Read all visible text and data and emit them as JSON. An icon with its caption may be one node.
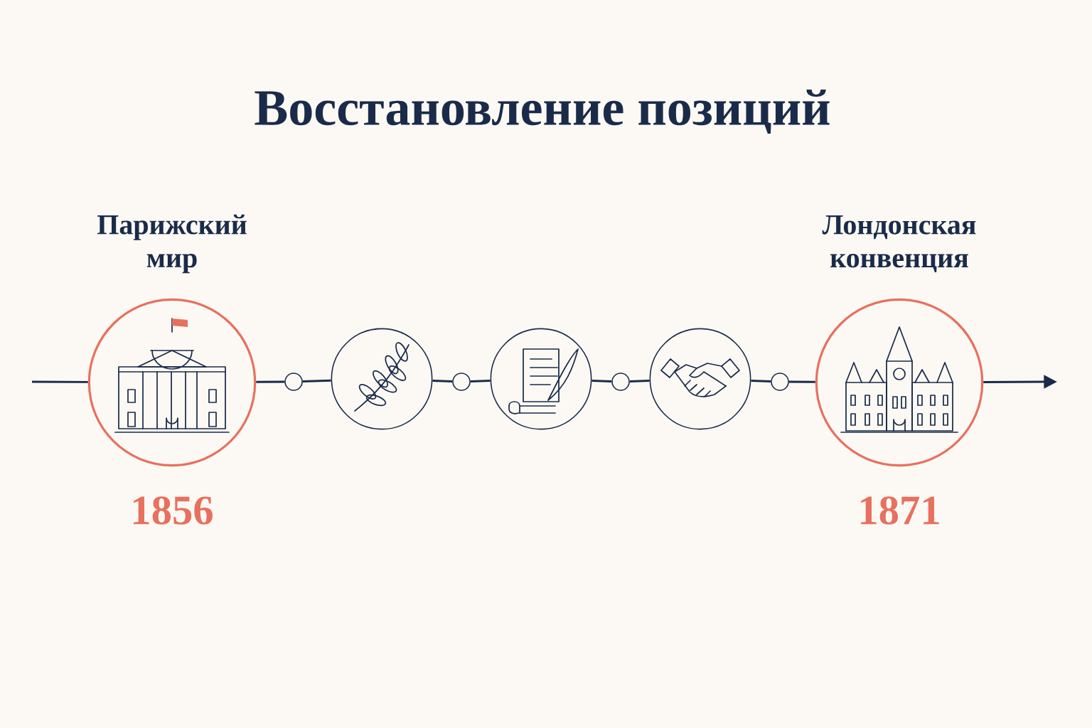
{
  "diagram": {
    "title": "Восстановление позиций",
    "nodes": [
      {
        "text": [
          "Парижский мир"
        ],
        "beside": [
          "1856"
        ]
      },
      {
        "text": [],
        "shape": "circle"
      },
      {
        "text": [],
        "shape": "circle"
      },
      {
        "text": [],
        "shape": "circle"
      },
      {
        "text": [],
        "shape": "circle"
      },
      {
        "text": [],
        "shape": "circle"
      },
      {
        "text": [],
        "shape": "circle"
      },
      {
        "text": [],
        "shape": "circle"
      },
      {
        "text": [
          "Лондонская конвенция"
        ],
        "beside": [
          "1871"
        ]
      }
    ],
    "edges": [
      {
        "from": null,
        "to": 0,
        "arrow": "none"
      },
      {
        "from": 0,
        "to": 1,
        "arrow": "none"
      },
      {
        "from": 1,
        "to": 2,
        "arrow": "none"
      },
      {
        "from": 2,
        "to": 3,
        "arrow": "none"
      },
      {
        "from": 3,
        "to": 4,
        "arrow": "none"
      },
      {
        "from": 4,
        "to": 5,
        "arrow": "none"
      },
      {
        "from": 5,
        "to": 6,
        "arrow": "none"
      },
      {
        "from": 6,
        "to": 7,
        "arrow": "none"
      },
      {
        "from": 7,
        "to": 8,
        "arrow": "none"
      },
      {
        "from": 8,
        "to": null,
        "arrow": "to"
      }
    ]
  }
}
